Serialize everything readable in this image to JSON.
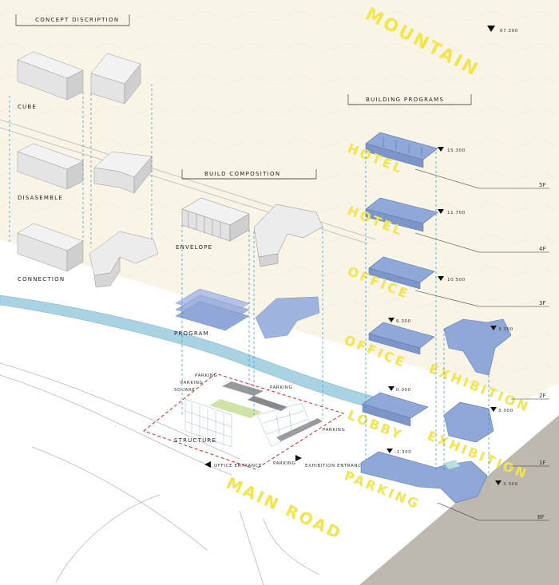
{
  "site": {
    "mountain_label": "MOUNTAIN",
    "mountain_elevation": "67.390",
    "road_label": "MAIN ROAD"
  },
  "concept": {
    "title": "CONCEPT DISCRIPTION",
    "steps": [
      "CUBE",
      "DISASEMBLE",
      "CONNECTION"
    ]
  },
  "composition": {
    "title": "BUILD COMPOSITION",
    "layers": [
      "ENVELOPE",
      "PROGRAM",
      "STRUCTURE"
    ]
  },
  "ground": {
    "labels": [
      "PARKING",
      "PARKING",
      "SQUARE",
      "PARKING",
      "PARKING",
      "PARKING"
    ],
    "entrances": [
      "OFFICE ENTRANCE",
      "EXHIBITION ENTRANCE"
    ]
  },
  "programs": {
    "title": "BUILDING PROGRAMS",
    "items": [
      {
        "name": "HOTEL",
        "level": "15.300",
        "floor": "5F"
      },
      {
        "name": "HOTEL",
        "level": "11.700",
        "floor": "4F"
      },
      {
        "name": "OFFICE",
        "level": "10.500",
        "floor": "3F"
      },
      {
        "name": "OFFICE",
        "level": "6.300",
        "floor": ""
      },
      {
        "name": "EXHIBITION",
        "level": "3.300",
        "floor": ""
      },
      {
        "name": "LOBBY",
        "level": "0.000",
        "floor": "2F"
      },
      {
        "name": "EXHIBITION",
        "level": "3.000",
        "floor": "1F"
      },
      {
        "name": "PARKING",
        "level": "-1.300",
        "floor": ""
      },
      {
        "name": "",
        "level": "3.300",
        "floor": "BF"
      }
    ]
  },
  "colors": {
    "site_bg": "#f8f4e8",
    "river": "#a9d3e3",
    "program_blue": "#8fa8d8",
    "accent_yellow": "#f2e64a",
    "dash_blue": "#2e8fd0",
    "red_dash": "#e02020"
  }
}
